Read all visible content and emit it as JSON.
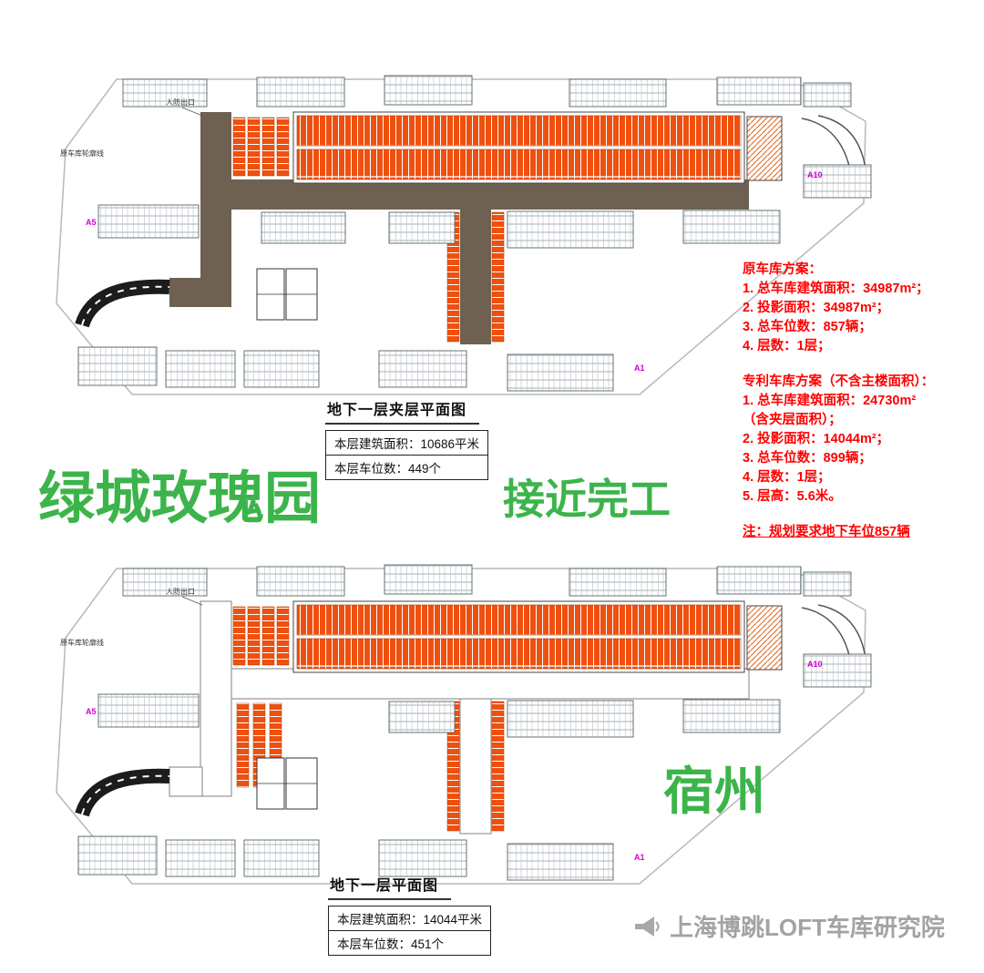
{
  "headline": {
    "project": "绿城玫瑰园",
    "status": "接近完工",
    "city": "宿州"
  },
  "notes": {
    "original": {
      "title": "原车库方案：",
      "items": [
        "1. 总车库建筑面积：34987m²；",
        "2. 投影面积：34987m²；",
        "3. 总车位数：857辆；",
        "4. 层数：1层；"
      ]
    },
    "patent": {
      "title": "专利车库方案（不含主楼面积）：",
      "items": [
        "1. 总车库建筑面积：24730m²",
        "（含夹层面积）；",
        "2. 投影面积：14044m²；",
        "3. 总车位数：899辆；",
        "4. 层数：1层；",
        "5. 层高：5.6米。"
      ]
    },
    "footnote": "注：规划要求地下车位857辆"
  },
  "plans": {
    "mezzanine": {
      "title": "地下一层夹层平面图",
      "area_label": "本层建筑面积：",
      "area_value": "10686平米",
      "spots_label": "本层车位数：",
      "spots_value": "449个"
    },
    "basement": {
      "title": "地下一层平面图",
      "area_label": "本层建筑面积：",
      "area_value": "14044平米",
      "spots_label": "本层车位数：",
      "spots_value": "451个"
    }
  },
  "plan_labels": {
    "exit": "人防出口",
    "outline": "原车库轮廓线",
    "a5": "A5",
    "a10": "A10",
    "a1": "A1"
  },
  "footer": {
    "brand": "上海博跳LOFT车库研究院"
  },
  "colors": {
    "accent_green": "#3cb44b",
    "note_red": "#ff0000",
    "stall_orange": "#f0500f",
    "road_brown": "#6e6152"
  }
}
